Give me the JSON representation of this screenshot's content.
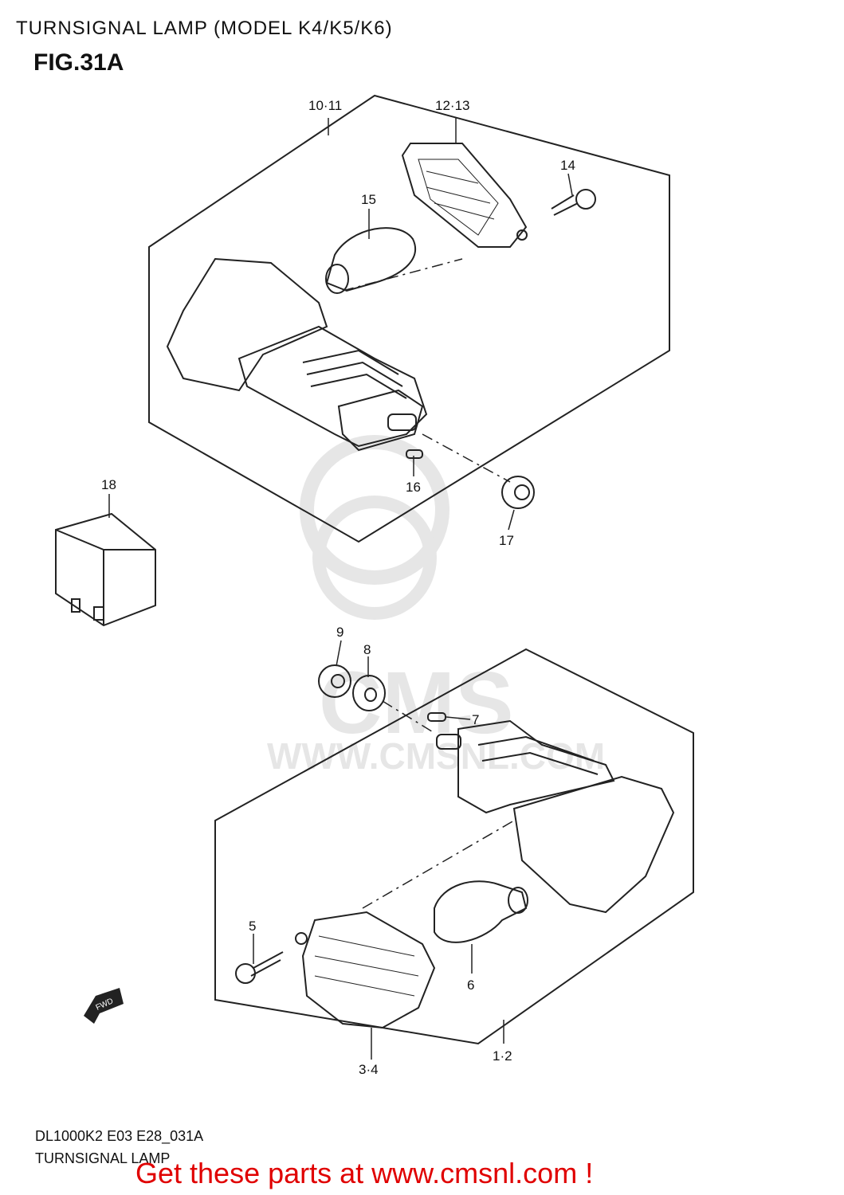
{
  "header": {
    "title": "TURNSIGNAL LAMP (MODEL K4/K5/K6)",
    "figure": "FIG.31A"
  },
  "callouts": {
    "c10_11": "10·11",
    "c12_13": "12·13",
    "c14": "14",
    "c15": "15",
    "c16": "16",
    "c17": "17",
    "c18": "18",
    "c9": "9",
    "c8": "8",
    "c7": "7",
    "c5": "5",
    "c6": "6",
    "c3_4": "3·4",
    "c1_2": "1·2"
  },
  "watermark": {
    "brand": "CMS",
    "url": "WWW.CMSNL.COM"
  },
  "direction_marker": "FWD",
  "footer": {
    "code": "DL1000K2 E03 E28_031A",
    "name": "TURNSIGNAL LAMP",
    "cta": "Get these parts at www.cmsnl.com !"
  }
}
